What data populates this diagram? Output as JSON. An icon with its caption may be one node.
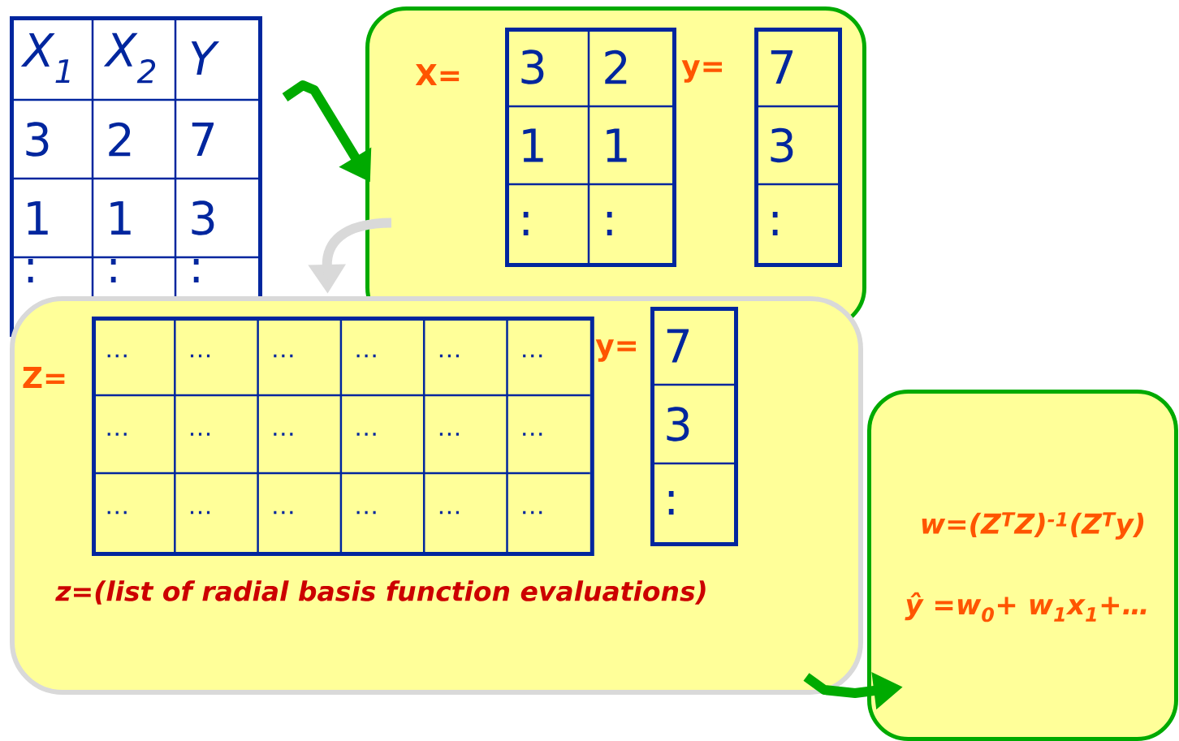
{
  "diagram": {
    "nodes": [
      {
        "text": [
          "X$_{1}$",
          "X$_{2}$",
          "Y",
          "3",
          "2",
          "7",
          "1",
          "1",
          "3",
          ":",
          ":",
          ":"
        ]
      },
      {
        "text": [
          "X=",
          "y="
        ]
      },
      {
        "text": [
          "3",
          "2",
          "1",
          "1",
          ":",
          ":"
        ],
        "in": 1
      },
      {
        "text": [
          "7",
          "3",
          ":"
        ],
        "in": 1
      },
      {
        "text": [
          "Z=",
          "y=",
          "z=(list of radial basis function evaluations)"
        ]
      },
      {
        "text": [
          "…",
          "…",
          "…",
          "…",
          "…",
          "…",
          "…",
          "…",
          "…",
          "…",
          "…",
          "…",
          "…",
          "…",
          "…",
          "…",
          "…",
          "…"
        ],
        "in": 4
      },
      {
        "text": [
          "7",
          "3",
          ":"
        ],
        "in": 4
      },
      {
        "text": [
          "w=(Z$^{T}$Z)$^{-1}$(Z$^{T}$y)",
          "ŷ =w$_{0}$+ w$_{1}$x$_{1}$+…"
        ]
      }
    ],
    "edges": [
      {
        "from": 0,
        "to": 1,
        "arrow": "to"
      },
      {
        "from": 1,
        "to": 4,
        "arrow": "to",
        "color": "#d9d9d9"
      },
      {
        "from": 4,
        "to": 7,
        "arrow": "to"
      }
    ]
  }
}
